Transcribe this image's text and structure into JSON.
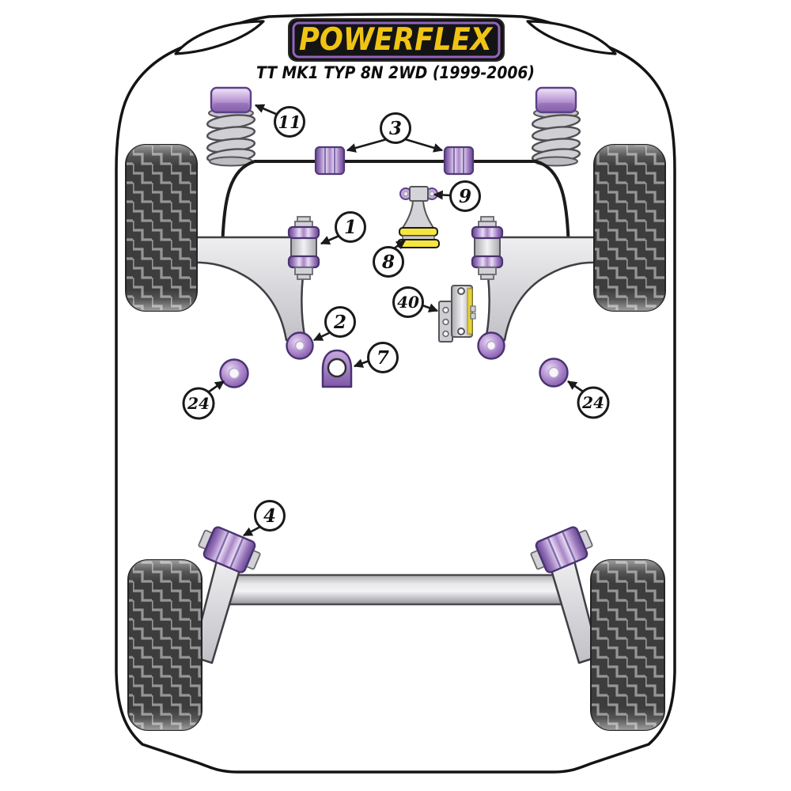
{
  "diagram": {
    "brand": "POWERFLEX",
    "subtitle": "TT MK1 TYP 8N 2WD (1999-2006)",
    "callouts": [
      {
        "label": "11"
      },
      {
        "label": "3"
      },
      {
        "label": "9"
      },
      {
        "label": "1"
      },
      {
        "label": "8"
      },
      {
        "label": "40"
      },
      {
        "label": "2"
      },
      {
        "label": "7"
      },
      {
        "label": "24"
      },
      {
        "label": "24"
      },
      {
        "label": "4"
      }
    ]
  },
  "colors": {
    "bushing_purple": "#9a77bd",
    "bushing_purple_dark": "#654791",
    "bushing_purple_light": "#e8dcf4",
    "insert_yellow": "#f6e53d",
    "logo_yellow": "#f0c414",
    "logo_border_purple": "#9165bd",
    "logo_background": "#141414",
    "metal_gray": "#d7d7db",
    "tread_dark": "#3d3d3d",
    "tread_line_gray": "#969696",
    "outline_black": "#141414"
  }
}
